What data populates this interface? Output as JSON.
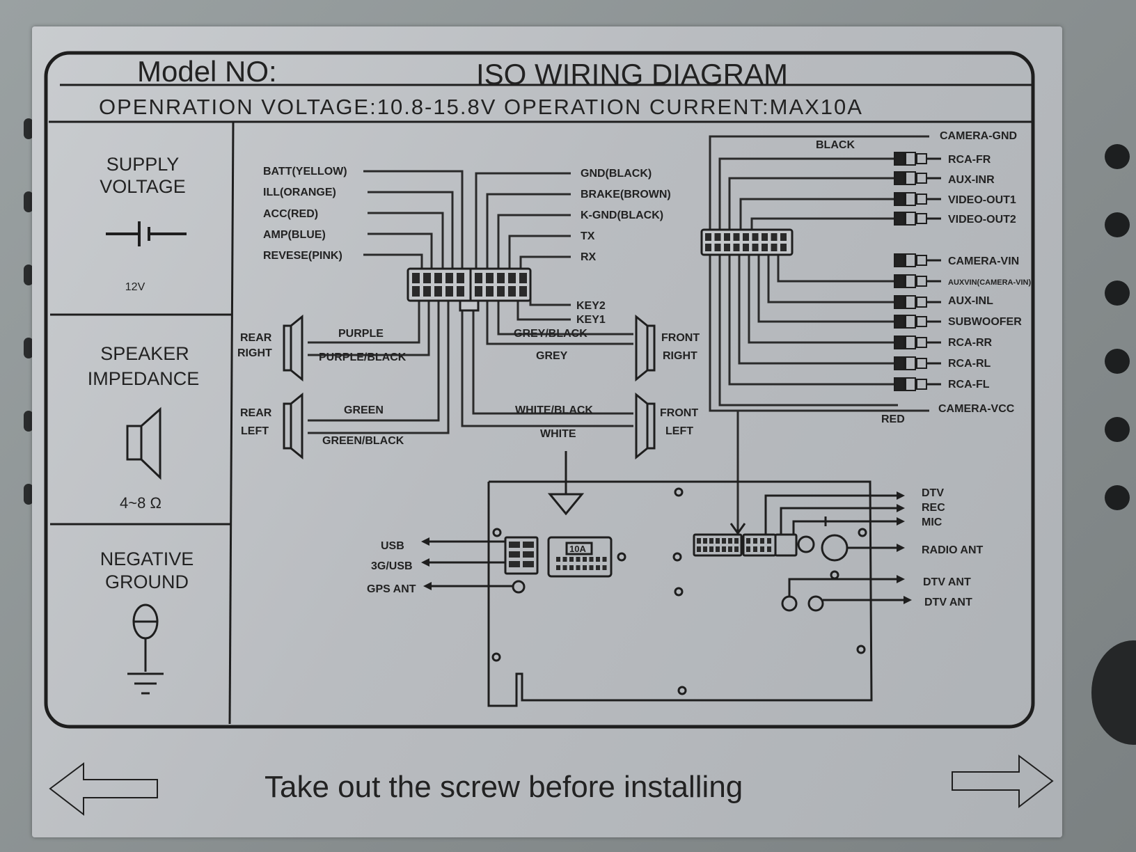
{
  "header": {
    "model_label": "Model NO:",
    "title": "ISO WIRING DIAGRAM",
    "voltage_line": "OPENRATION  VOLTAGE:10.8-15.8V  OPERATION  CURRENT:MAX10A"
  },
  "left_panel": {
    "supply_voltage": [
      "SUPPLY",
      "VOLTAGE"
    ],
    "supply_value": "12V",
    "speaker_impedance": [
      "SPEAKER",
      "IMPEDANCE"
    ],
    "impedance_value": "4~8 Ω",
    "negative_ground": [
      "NEGATIVE",
      "GROUND"
    ]
  },
  "iso_wires_left": [
    "BATT(YELLOW)",
    "ILL(ORANGE)",
    "ACC(RED)",
    "AMP(BLUE)",
    "REVESE(PINK)"
  ],
  "iso_wires_right": [
    "GND(BLACK)",
    "BRAKE(BROWN)",
    "K-GND(BLACK)",
    "TX",
    "RX"
  ],
  "keys": [
    "KEY2",
    "KEY1"
  ],
  "speakers": {
    "rear_right": {
      "label": [
        "REAR",
        "RIGHT"
      ],
      "plus": "PURPLE",
      "minus": "PURPLE/BLACK"
    },
    "rear_left": {
      "label": [
        "REAR",
        "LEFT"
      ],
      "plus": "GREEN",
      "minus": "GREEN/BLACK"
    },
    "front_right": {
      "label": [
        "FRONT",
        "RIGHT"
      ],
      "plus": "GREY/BLACK",
      "minus": "GREY"
    },
    "front_left": {
      "label": [
        "FRONT",
        "LEFT"
      ],
      "plus": "WHITE/BLACK",
      "minus": "WHITE"
    }
  },
  "rca": {
    "top_wire": "BLACK",
    "camera_gnd": "CAMERA-GND",
    "group1": [
      "RCA-FR",
      "AUX-INR",
      "VIDEO-OUT1",
      "VIDEO-OUT2"
    ],
    "group2": [
      "CAMERA-VIN",
      "AUXVIN(CAMERA-VIN)",
      "AUX-INL",
      "SUBWOOFER",
      "RCA-RR",
      "RCA-RL",
      "RCA-FL"
    ],
    "camera_vcc": "CAMERA-VCC",
    "bottom_wire": "RED"
  },
  "back_panel": {
    "left_ports": [
      "USB",
      "3G/USB",
      "GPS ANT"
    ],
    "fuse_label": "10A",
    "right_ports": [
      "DTV",
      "REC",
      "MIC",
      "RADIO ANT",
      "DTV ANT",
      "DTV ANT"
    ]
  },
  "footer": {
    "instruction": "Take out the screw before installing"
  }
}
